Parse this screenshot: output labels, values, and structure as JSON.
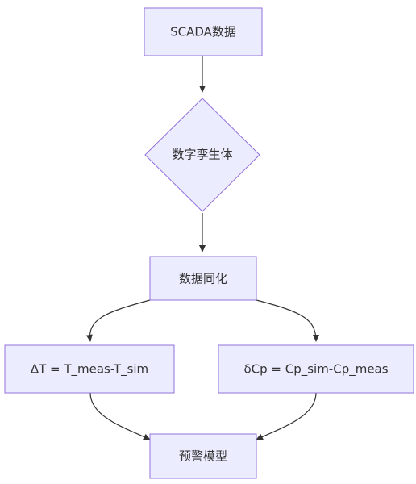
{
  "diagram": {
    "type": "flowchart",
    "direction": "top-down",
    "nodes": [
      {
        "id": "scada",
        "shape": "rect",
        "label": "SCADA数据"
      },
      {
        "id": "twin",
        "shape": "diamond",
        "label": "数字孪生体"
      },
      {
        "id": "assim",
        "shape": "rect",
        "label": "数据同化"
      },
      {
        "id": "delta_t",
        "shape": "rect",
        "label": "ΔT = T_meas-T_sim"
      },
      {
        "id": "delta_cp",
        "shape": "rect",
        "label": "δCp = Cp_sim-Cp_meas"
      },
      {
        "id": "warning",
        "shape": "rect",
        "label": "预警模型"
      }
    ],
    "edges": [
      {
        "from": "scada",
        "to": "twin"
      },
      {
        "from": "twin",
        "to": "assim"
      },
      {
        "from": "assim",
        "to": "delta_t"
      },
      {
        "from": "assim",
        "to": "delta_cp"
      },
      {
        "from": "delta_t",
        "to": "warning"
      },
      {
        "from": "delta_cp",
        "to": "warning"
      }
    ],
    "colors": {
      "node_fill": "#ececff",
      "node_stroke": "#9370db",
      "edge": "#333333",
      "text": "#333333",
      "background": "#ffffff"
    }
  }
}
